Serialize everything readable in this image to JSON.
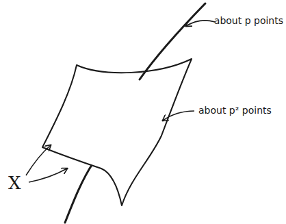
{
  "diagram": {
    "labels": [
      "about p points",
      "about p² points",
      "X"
    ]
  }
}
